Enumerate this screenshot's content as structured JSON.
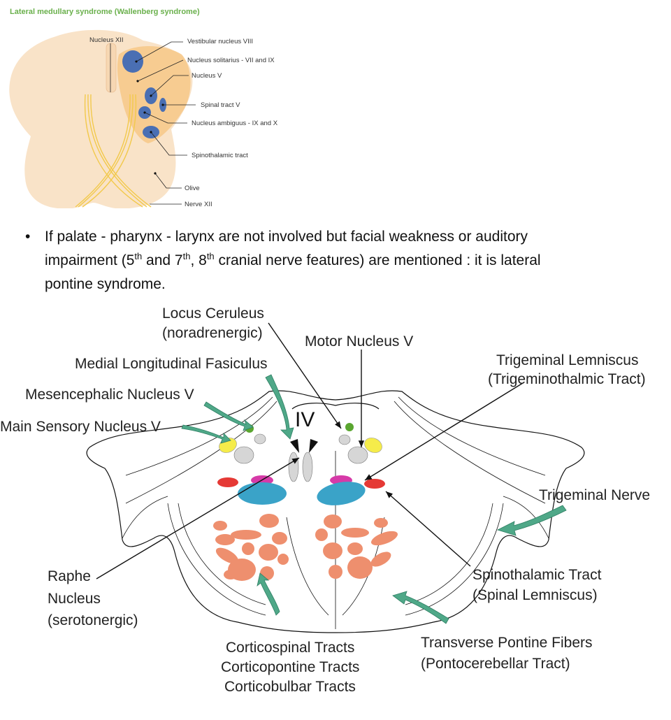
{
  "title": "Lateral medullary syndrome (Wallenberg syndrome)",
  "medulla_labels": {
    "nucleus_xii": "Nucleus XII",
    "vestibular": "Vestibular nucleus VIII",
    "solitarius": "Nucleus solitarius - VII and IX",
    "nucleus_v": "Nucleus V",
    "spinal_tract_v": "Spinal tract V",
    "ambiguus": "Nucleus ambiguus - IX and X",
    "spinothalamic": "Spinothalamic tract",
    "olive": "Olive",
    "nerve_xii": "Nerve XII"
  },
  "bullet": {
    "symbol": "•",
    "part1": "If palate - pharynx - larynx are not involved but facial weakness or auditory impairment (5",
    "sup1": "th",
    "part2": " and 7",
    "sup2": "th",
    "part3": ", 8",
    "sup3": "th",
    "part4": " cranial nerve features) are mentioned : it is lateral pontine syndrome."
  },
  "pons_labels": {
    "locus_1": "Locus Ceruleus",
    "locus_2": "(noradrenergic)",
    "motor_v": "Motor Nucleus V",
    "mlf": "Medial Longitudinal Fasiculus",
    "trig_lem_1": "Trigeminal Lemniscus",
    "trig_lem_2": "(Trigeminothalmic Tract)",
    "mesen": "Mesencephalic Nucleus V",
    "main_sensory": "Main Sensory Nucleus V",
    "iv": "IV",
    "trig_nerve": "Trigeminal Nerve",
    "raphe_1": "Raphe",
    "raphe_2": "Nucleus",
    "raphe_3": "(serotonergic)",
    "spino_1": "Spinothalamic Tract",
    "spino_2": "(Spinal Lemniscus)",
    "cort_1": "Corticospinal Tracts",
    "cort_2": "Corticopontine Tracts",
    "cort_3": "Corticobulbar Tracts",
    "trans_1": "Transverse Pontine Fibers",
    "trans_2": "(Pontocerebellar Tract)"
  },
  "colors": {
    "title": "#6ab04c",
    "medulla_fill": "#f9e3c8",
    "highlight": "#f6c98b",
    "nucleus_blue": "#4a6fb3",
    "nerve_yellow": "#f2c94c",
    "arrow_teal": "#4fa888",
    "pons_salmon": "#ee8f6e",
    "pons_cyan": "#3aa3c8",
    "pons_red": "#e53935",
    "pons_magenta": "#d63aa8",
    "pons_yellow": "#f5ec4a",
    "pons_green": "#5aa630",
    "pons_gray": "#d6d6d6"
  }
}
